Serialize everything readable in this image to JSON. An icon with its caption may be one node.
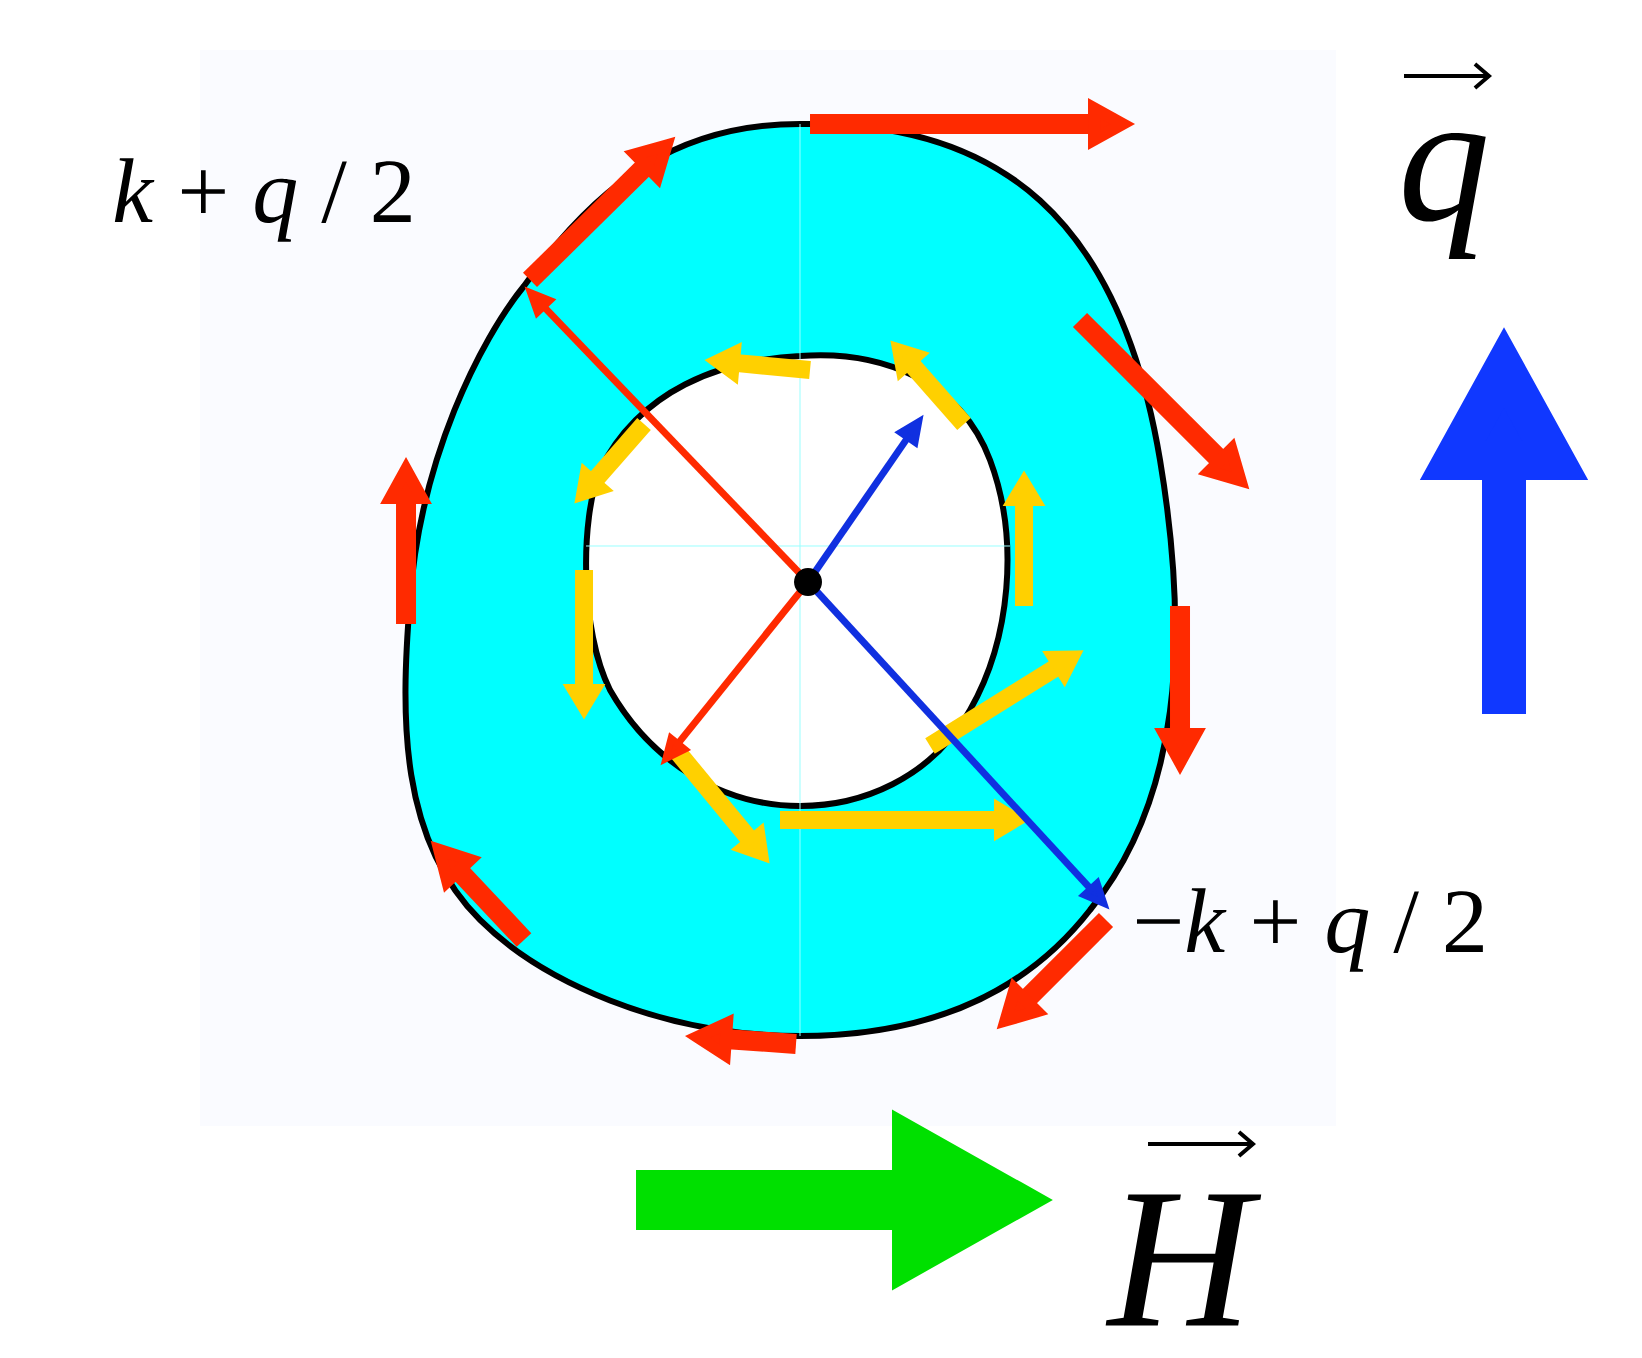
{
  "diagram": {
    "labels": [
      "*k* + *q* / 2",
      "−*k* + *q* / 2",
      "q",
      "H"
    ]
  }
}
